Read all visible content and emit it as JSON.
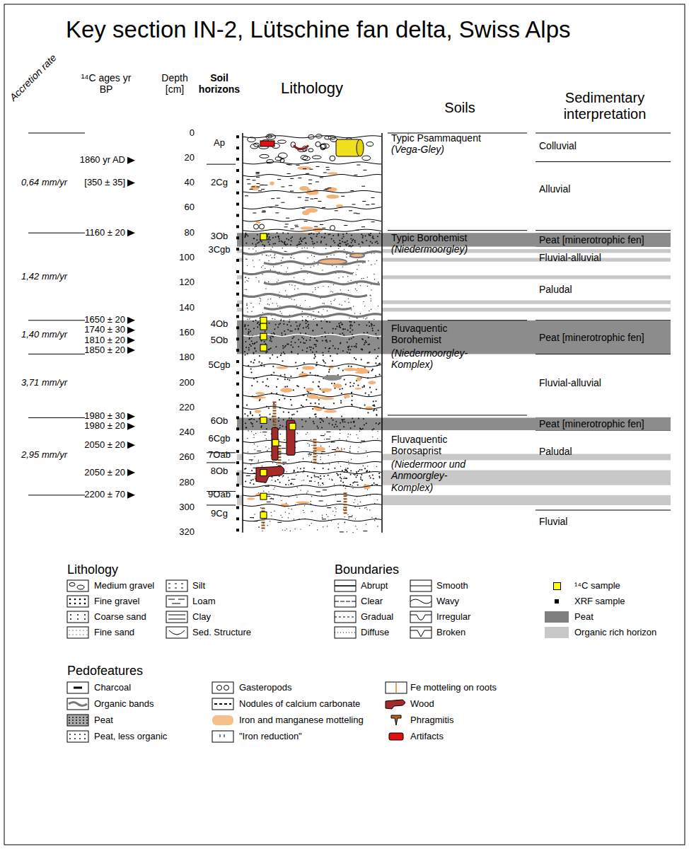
{
  "diagram": {
    "title": "Key section IN-2, Lütschine fan delta, Swiss Alps",
    "nodes": [
      {
        "text": [
          "Peat [minerotrophic fen]"
        ]
      },
      {
        "text": [
          "Peat [minerotrophic fen]"
        ]
      },
      {
        "text": [
          "Peat [minerotrophic fen]"
        ]
      }
    ],
    "labels": [
      "Accretion rate",
      "¹⁴C ages yr BP",
      "Depth [cm]",
      "Soil horizons",
      "Lithology",
      "Soils",
      "Sedimentary interpretation",
      "0",
      "20",
      "40",
      "60",
      "80",
      "100",
      "120",
      "140",
      "160",
      "180",
      "200",
      "220",
      "240",
      "260",
      "280",
      "300",
      "320",
      "1860 yr AD",
      "[350 ± 35]",
      "1160 ± 20",
      "1650 ± 20",
      "1740 ± 30",
      "1810 ± 20",
      "1850 ± 20",
      "1980 ± 30",
      "1980 ± 20",
      "2050 ± 20",
      "2050 ± 20",
      "2200 ± 70",
      "0,64 mm/yr",
      "1,42 mm/yr",
      "1,40 mm/yr",
      "3,71 mm/yr",
      "2,95 mm/yr",
      "Ap",
      "2Cg",
      "3Ob",
      "3Cgb",
      "4Ob",
      "5Ob",
      "5Cgb",
      "6Ob",
      "6Cgb",
      "7Oab",
      "8Ob",
      "9Oab",
      "9Cg",
      "Typic Psammaquent",
      "(Vega-Gley)",
      "Typic Borohemist",
      "(Niedermoorgley)",
      "Fluvaquentic Borohemist",
      "(Niedermoorgley- Komplex)",
      "Fluvaquentic Borosaprist",
      "(Niedermoor und Anmoorgley- Komplex)",
      "Colluvial",
      "Alluvial",
      "Fluvial-alluvial",
      "Paludal",
      "Fluvial-alluvial",
      "Paludal",
      "Fluvial",
      "Lithology",
      "Boundaries",
      "Pedofeatures"
    ],
    "legend": [
      {
        "text": "Medium gravel"
      },
      {
        "text": "Fine gravel"
      },
      {
        "text": "Coarse sand"
      },
      {
        "text": "Fine sand"
      },
      {
        "text": "Silt"
      },
      {
        "text": "Loam"
      },
      {
        "text": "Clay"
      },
      {
        "text": "Sed. Structure"
      },
      {
        "text": "Abrupt"
      },
      {
        "text": "Clear"
      },
      {
        "text": "Gradual"
      },
      {
        "text": "Diffuse"
      },
      {
        "text": "Smooth"
      },
      {
        "text": "Wavy"
      },
      {
        "text": "Irregular"
      },
      {
        "text": "Broken"
      },
      {
        "text": "¹⁴C sample",
        "color": "#ffff00"
      },
      {
        "text": "XRF sample",
        "color": "#000000"
      },
      {
        "text": "Peat",
        "color": "#7f7f7f"
      },
      {
        "text": "Organic rich horizon",
        "color": "#c8c8c8"
      },
      {
        "text": "Charcoal"
      },
      {
        "text": "Organic bands"
      },
      {
        "text": "Peat"
      },
      {
        "text": "Peat, less organic"
      },
      {
        "text": "Gasteropods"
      },
      {
        "text": "Nodules of calcium carbonate"
      },
      {
        "text": "Iron and manganese motteling",
        "color": "#f5c08a"
      },
      {
        "text": "\"Iron reduction\""
      },
      {
        "text": "Fe motteling on roots"
      },
      {
        "text": "Wood"
      },
      {
        "text": "Phragmitis"
      },
      {
        "text": "Artifacts"
      }
    ]
  }
}
